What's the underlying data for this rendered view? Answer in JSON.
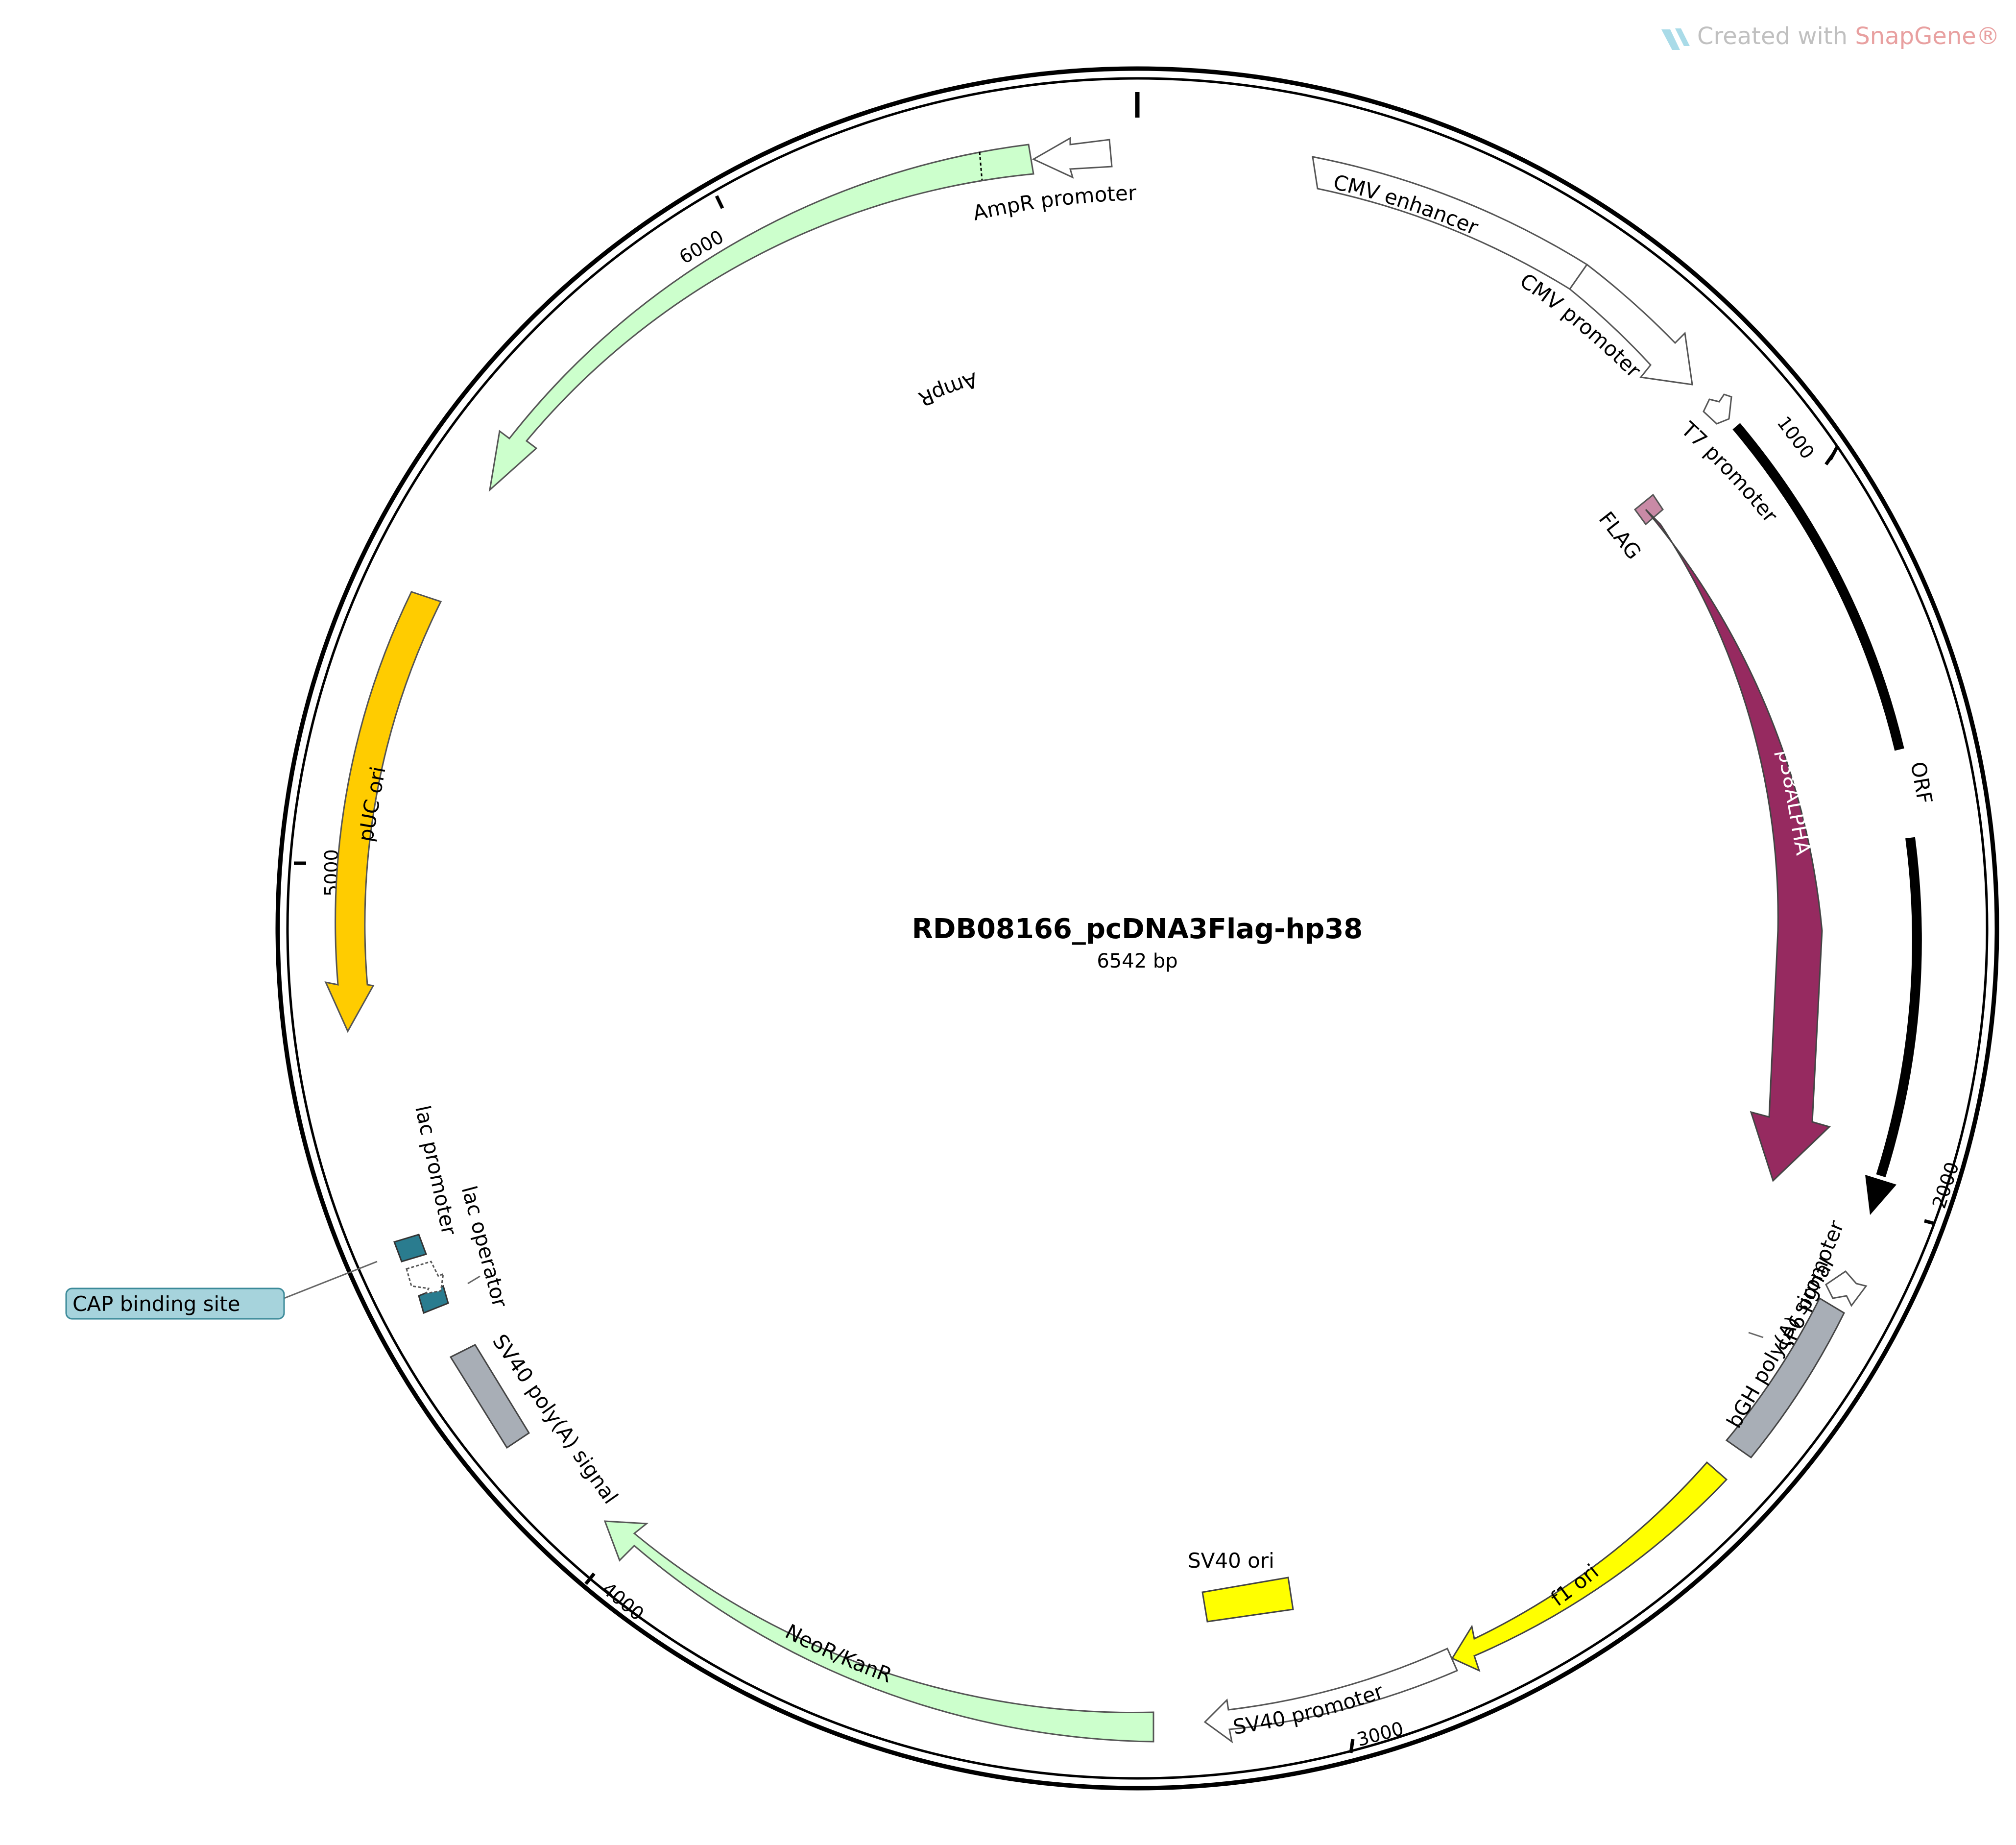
{
  "plasmid": {
    "name": "RDB08166_pcDNA3Flag-hp38",
    "length_label": "6542 bp"
  },
  "watermark": {
    "prefix": "Created with ",
    "brand": "SnapGene®",
    "brand_color": "#e8a0a0"
  },
  "ticks": [
    "1000",
    "2000",
    "3000",
    "4000",
    "5000",
    "6000"
  ],
  "features": {
    "cmv_enhancer": {
      "label": "CMV enhancer",
      "color": "#ffffff"
    },
    "cmv_promoter": {
      "label": "CMV promoter",
      "color": "#ffffff"
    },
    "t7_promoter": {
      "label": "T7 promoter",
      "color": "#ffffff"
    },
    "orf": {
      "label": "ORF",
      "color": "#000000"
    },
    "flag": {
      "label": "FLAG",
      "color": "#c98aa6"
    },
    "p38alpha": {
      "label": "p38ALPHA",
      "color": "#962a60"
    },
    "sp6_promoter": {
      "label": "SP6 promoter",
      "color": "#ffffff"
    },
    "bgh_polya": {
      "label": "bGH poly(A) signal",
      "color": "#a8aeb6"
    },
    "f1_ori": {
      "label": "f1 ori",
      "color": "#ffff00"
    },
    "sv40_promoter": {
      "label": "SV40 promoter",
      "color": "#ffffff"
    },
    "sv40_ori": {
      "label": "SV40 ori",
      "color": "#ffff00"
    },
    "neor_kanr": {
      "label": "NeoR/KanR",
      "color": "#ccffcc"
    },
    "sv40_polya": {
      "label": "SV40 poly(A) signal",
      "color": "#a8aeb6"
    },
    "lac_operator": {
      "label": "lac operator",
      "color": "#2a7c8f"
    },
    "lac_promoter": {
      "label": "lac promoter",
      "color": "#ffffff"
    },
    "cap_binding_site": {
      "label": "CAP binding site",
      "color": "#a6d3dc"
    },
    "puc_ori": {
      "label": "pUC ori",
      "color": "#ffcc00"
    },
    "ampr": {
      "label": "AmpR",
      "color": "#ccffcc"
    },
    "ampr_promoter": {
      "label": "AmpR promoter",
      "color": "#ffffff"
    }
  }
}
